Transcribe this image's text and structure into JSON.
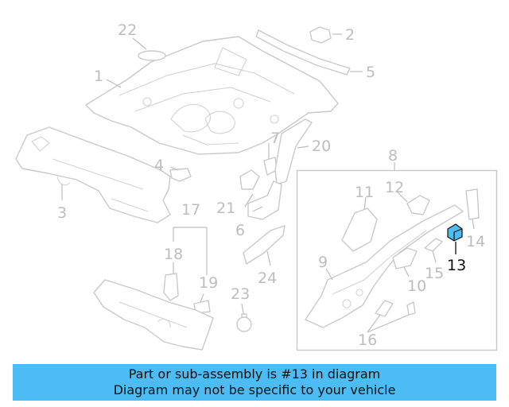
{
  "banner": {
    "line1": "Part or sub-assembly is #13 in diagram",
    "line2": "Diagram may not be specific to your vehicle",
    "background": "#4bbcf4"
  },
  "diagram": {
    "highlight_color": "#4bbcf4",
    "highlighted_callout": "13",
    "callouts": {
      "c1": "1",
      "c2": "2",
      "c3": "3",
      "c4": "4",
      "c5": "5",
      "c6": "6",
      "c7": "7",
      "c8": "8",
      "c9": "9",
      "c10": "10",
      "c11": "11",
      "c12": "12",
      "c13": "13",
      "c14": "14",
      "c15": "15",
      "c16": "16",
      "c17": "17",
      "c18": "18",
      "c19": "19",
      "c20": "20",
      "c21": "21",
      "c22": "22",
      "c23": "23",
      "c24": "24"
    }
  }
}
